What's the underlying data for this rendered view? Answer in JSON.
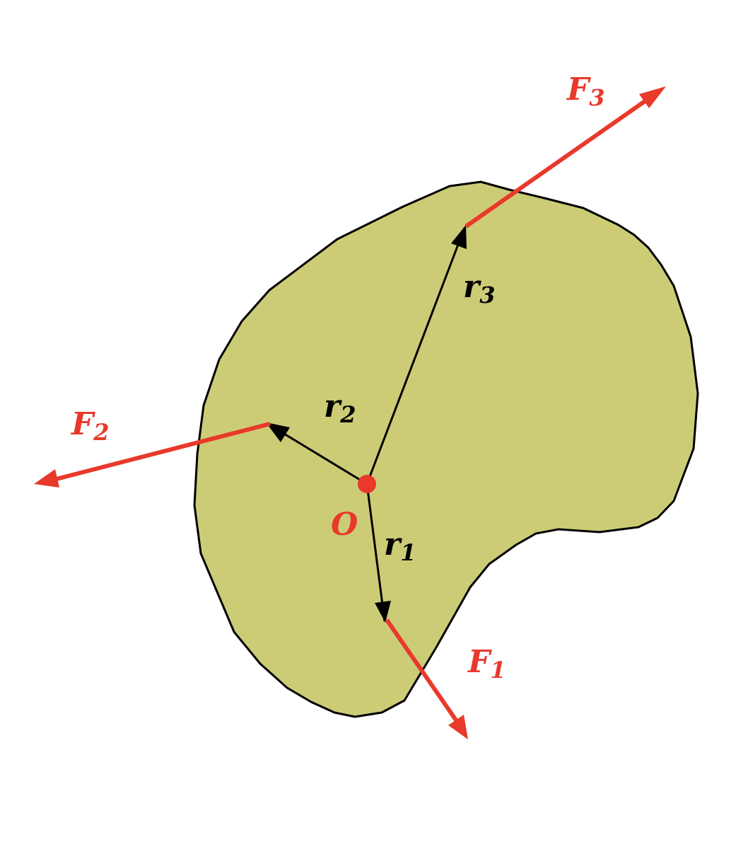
{
  "colors": {
    "background": "#ffffff",
    "body_fill": "#cccc77",
    "body_stroke": "#000000",
    "force": "#e8392b",
    "position_vector": "#000000",
    "origin": "#e8392b",
    "label_force": "#e8392b",
    "label_position": "#000000",
    "label_origin": "#e8392b"
  },
  "labels": {
    "origin": "O",
    "r1": {
      "main": "r",
      "sub": "1"
    },
    "r2": {
      "main": "r",
      "sub": "2"
    },
    "r3": {
      "main": "r",
      "sub": "3"
    },
    "F1": {
      "main": "F",
      "sub": "1"
    },
    "F2": {
      "main": "F",
      "sub": "2"
    },
    "F3": {
      "main": "F",
      "sub": "3"
    }
  },
  "icons": {
    "origin": "origin-dot",
    "position_vectors": "arrow",
    "forces": "arrow"
  }
}
